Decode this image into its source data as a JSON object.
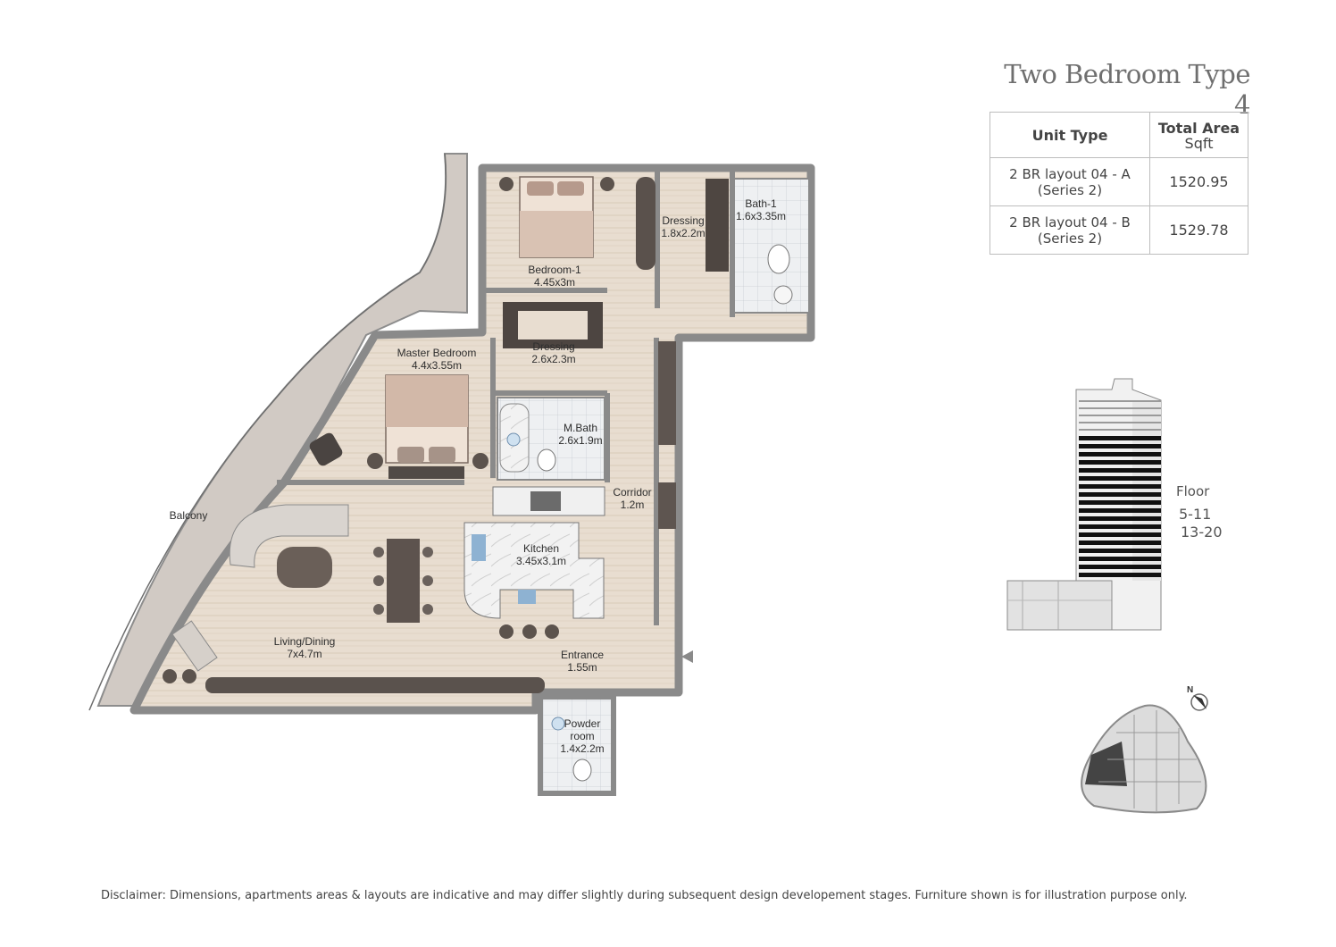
{
  "title": "Two Bedroom Type 4",
  "area_table": {
    "headers": {
      "unit_type": "Unit Type",
      "total_area": "Total Area",
      "total_area_unit": "Sqft"
    },
    "rows": [
      {
        "layout": "2 BR layout 04 - A",
        "series": "(Series 2)",
        "area": "1520.95"
      },
      {
        "layout": "2 BR layout 04 - B",
        "series": "(Series 2)",
        "area": "1529.78"
      }
    ]
  },
  "rooms": {
    "bedroom1": {
      "name": "Bedroom-1",
      "dim": "4.45x3m"
    },
    "dressing1": {
      "name": "Dressing",
      "dim": "1.8x2.2m"
    },
    "bath1": {
      "name": "Bath-1",
      "dim": "1.6x3.35m"
    },
    "master": {
      "name": "Master Bedroom",
      "dim": "4.4x3.55m"
    },
    "dressing2": {
      "name": "Dressing",
      "dim": "2.6x2.3m"
    },
    "mbath": {
      "name": "M.Bath",
      "dim": "2.6x1.9m"
    },
    "corridor": {
      "name": "Corridor",
      "dim": "1.2m"
    },
    "balcony": {
      "name": "Balcony"
    },
    "kitchen": {
      "name": "Kitchen",
      "dim": "3.45x3.1m"
    },
    "living": {
      "name": "Living/Dining",
      "dim": "7x4.7m"
    },
    "entrance": {
      "name": "Entrance",
      "dim": "1.55m"
    },
    "powder": {
      "name": "Powder",
      "name2": "room",
      "dim": "1.4x2.2m"
    }
  },
  "floor": {
    "label": "Floor",
    "range1": "5-11",
    "range2": "13-20"
  },
  "compass": {
    "label": "N"
  },
  "colors": {
    "wood": "#e8ddd0",
    "wall": "#9a9a9a",
    "tile": "#e9ecef",
    "balcony": "#cfc8c2",
    "highlight": "#111111"
  },
  "disclaimer": "Disclaimer: Dimensions, apartments areas & layouts are indicative and may differ slightly during subsequent design developement stages. Furniture shown is for illustration purpose only."
}
